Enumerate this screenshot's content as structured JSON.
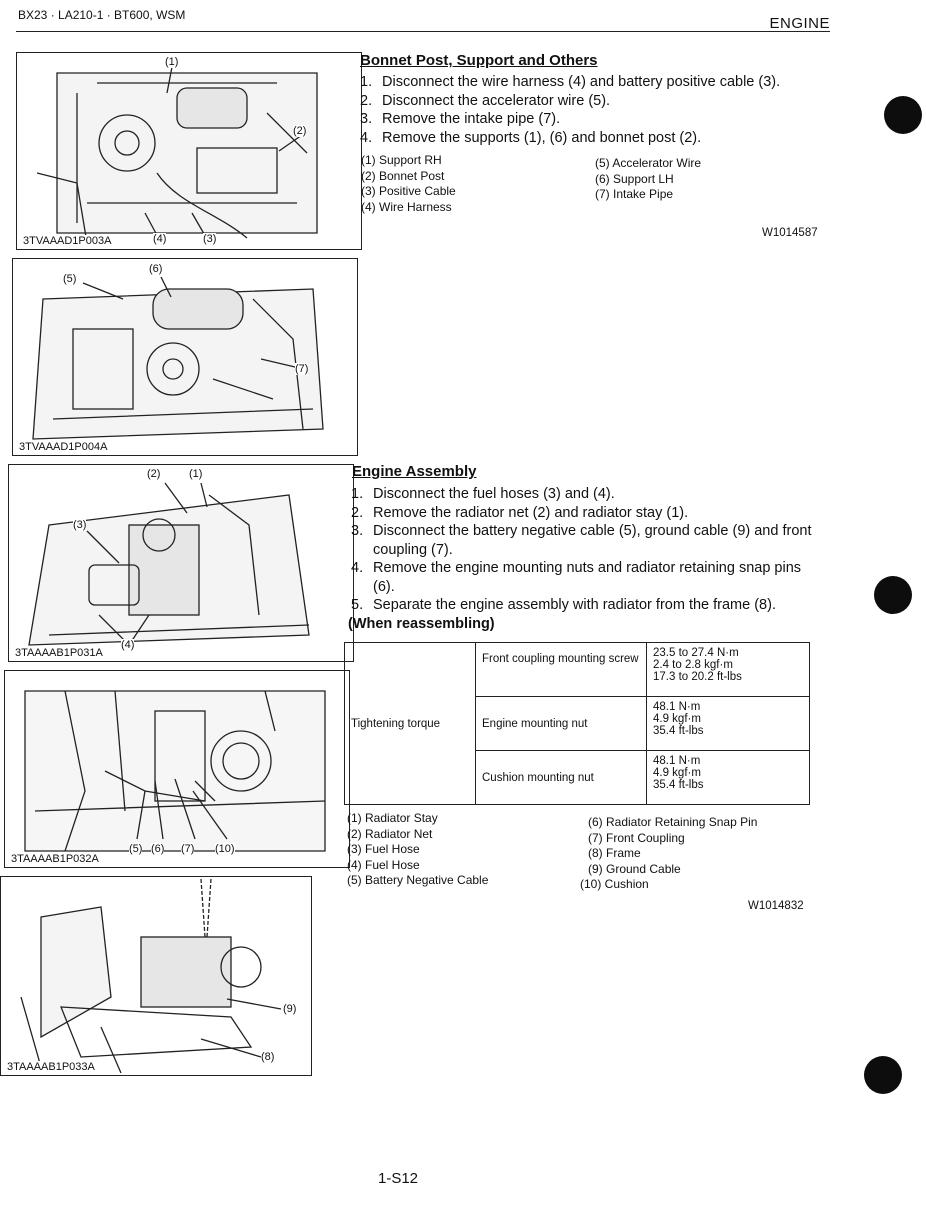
{
  "header": {
    "left": "BX23 · LA210-1 · BT600, WSM",
    "right": "ENGINE"
  },
  "figures": [
    {
      "code": "3TVAAAD1P003A",
      "callouts": [
        "(1)",
        "(2)",
        "(4)",
        "(3)"
      ]
    },
    {
      "code": "3TVAAAD1P004A",
      "callouts": [
        "(5)",
        "(6)",
        "(7)"
      ]
    },
    {
      "code": "3TAAAAB1P031A",
      "callouts": [
        "(2)",
        "(1)",
        "(3)",
        "(4)"
      ]
    },
    {
      "code": "3TAAAAB1P032A",
      "callouts": [
        "(5)",
        "(6)",
        "(7)",
        "(10)"
      ]
    },
    {
      "code": "3TAAAAB1P033A",
      "callouts": [
        "(9)",
        "(8)"
      ]
    }
  ],
  "section1": {
    "title": "Bonnet Post, Support and Others",
    "steps": [
      {
        "num": "1.",
        "text": "Disconnect the wire harness (4) and battery positive cable (3)."
      },
      {
        "num": "2.",
        "text": "Disconnect the accelerator wire (5)."
      },
      {
        "num": "3.",
        "text": "Remove the intake pipe (7)."
      },
      {
        "num": "4.",
        "text": "Remove the supports (1), (6) and bonnet post (2)."
      }
    ],
    "parts_left": [
      "(1) Support RH",
      "(2) Bonnet Post",
      "(3) Positive Cable",
      "(4) Wire Harness"
    ],
    "parts_right": [
      "(5) Accelerator Wire",
      "(6) Support LH",
      "(7) Intake Pipe"
    ],
    "code": "W1014587"
  },
  "section2": {
    "title": "Engine Assembly",
    "steps": [
      {
        "num": "1.",
        "text": "Disconnect the fuel hoses (3) and (4)."
      },
      {
        "num": "2.",
        "text": "Remove the radiator net (2) and radiator stay (1)."
      },
      {
        "num": "3.",
        "text": "Disconnect the battery negative cable (5), ground cable (9) and front coupling (7)."
      },
      {
        "num": "4.",
        "text": "Remove the engine mounting nuts and radiator retaining snap pins (6)."
      },
      {
        "num": "5.",
        "text": "Separate the engine assembly with radiator from the frame (8)."
      }
    ],
    "reassembling": "(When reassembling)",
    "table": {
      "label": "Tightening torque",
      "rows": [
        {
          "item": "Front coupling mounting screw",
          "values": [
            "23.5 to 27.4 N·m",
            "2.4 to 2.8 kgf·m",
            "17.3 to 20.2 ft-lbs"
          ]
        },
        {
          "item": "Engine mounting nut",
          "values": [
            "48.1 N·m",
            "4.9 kgf·m",
            "35.4 ft-lbs"
          ]
        },
        {
          "item": "Cushion mounting nut",
          "values": [
            "48.1 N·m",
            "4.9 kgf·m",
            "35.4 ft-lbs"
          ]
        }
      ]
    },
    "parts_left": [
      "(1) Radiator Stay",
      "(2) Radiator Net",
      "(3) Fuel Hose",
      "(4) Fuel Hose",
      "(5) Battery Negative Cable"
    ],
    "parts_right": [
      "(6) Radiator Retaining Snap Pin",
      "(7) Front Coupling",
      "(8) Frame",
      "(9) Ground Cable",
      "(10) Cushion"
    ],
    "code": "W1014832"
  },
  "page_number": "1-S12"
}
